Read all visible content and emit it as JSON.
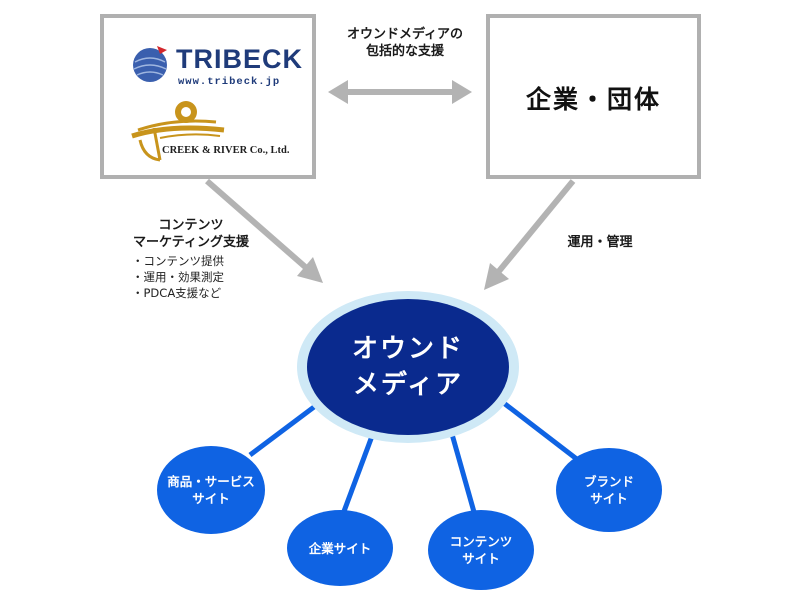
{
  "boxes": {
    "left": {
      "tribeck_name": "TRIBECK",
      "tribeck_url": "www.tribeck.jp",
      "cr_name": "CREEK & RIVER Co., Ltd."
    },
    "right": {
      "title": "企業・団体"
    }
  },
  "labels": {
    "top": [
      "オウンドメディアの",
      "包括的な支援"
    ],
    "left": [
      "コンテンツ",
      "マーケティング支援"
    ],
    "left_items": [
      "・コンテンツ提供",
      "・運用・効果測定",
      "・PDCA支援など"
    ],
    "right": "運用・管理"
  },
  "center": {
    "lines": [
      "オウンド",
      "メディア"
    ]
  },
  "satellites": [
    "商品・サービス\nサイト",
    "企業サイト",
    "コンテンツ\nサイト",
    "ブランド\nサイト"
  ],
  "colors": {
    "center_fill": "#0a2a8e",
    "center_ring": "#cfe9f6",
    "satellite_fill": "#0f63e3",
    "arrow": "#b3b3b3",
    "box_border": "#b0b0b0",
    "tribeck_blue": "#1f3b7a",
    "cr_gold": "#c8941c"
  }
}
